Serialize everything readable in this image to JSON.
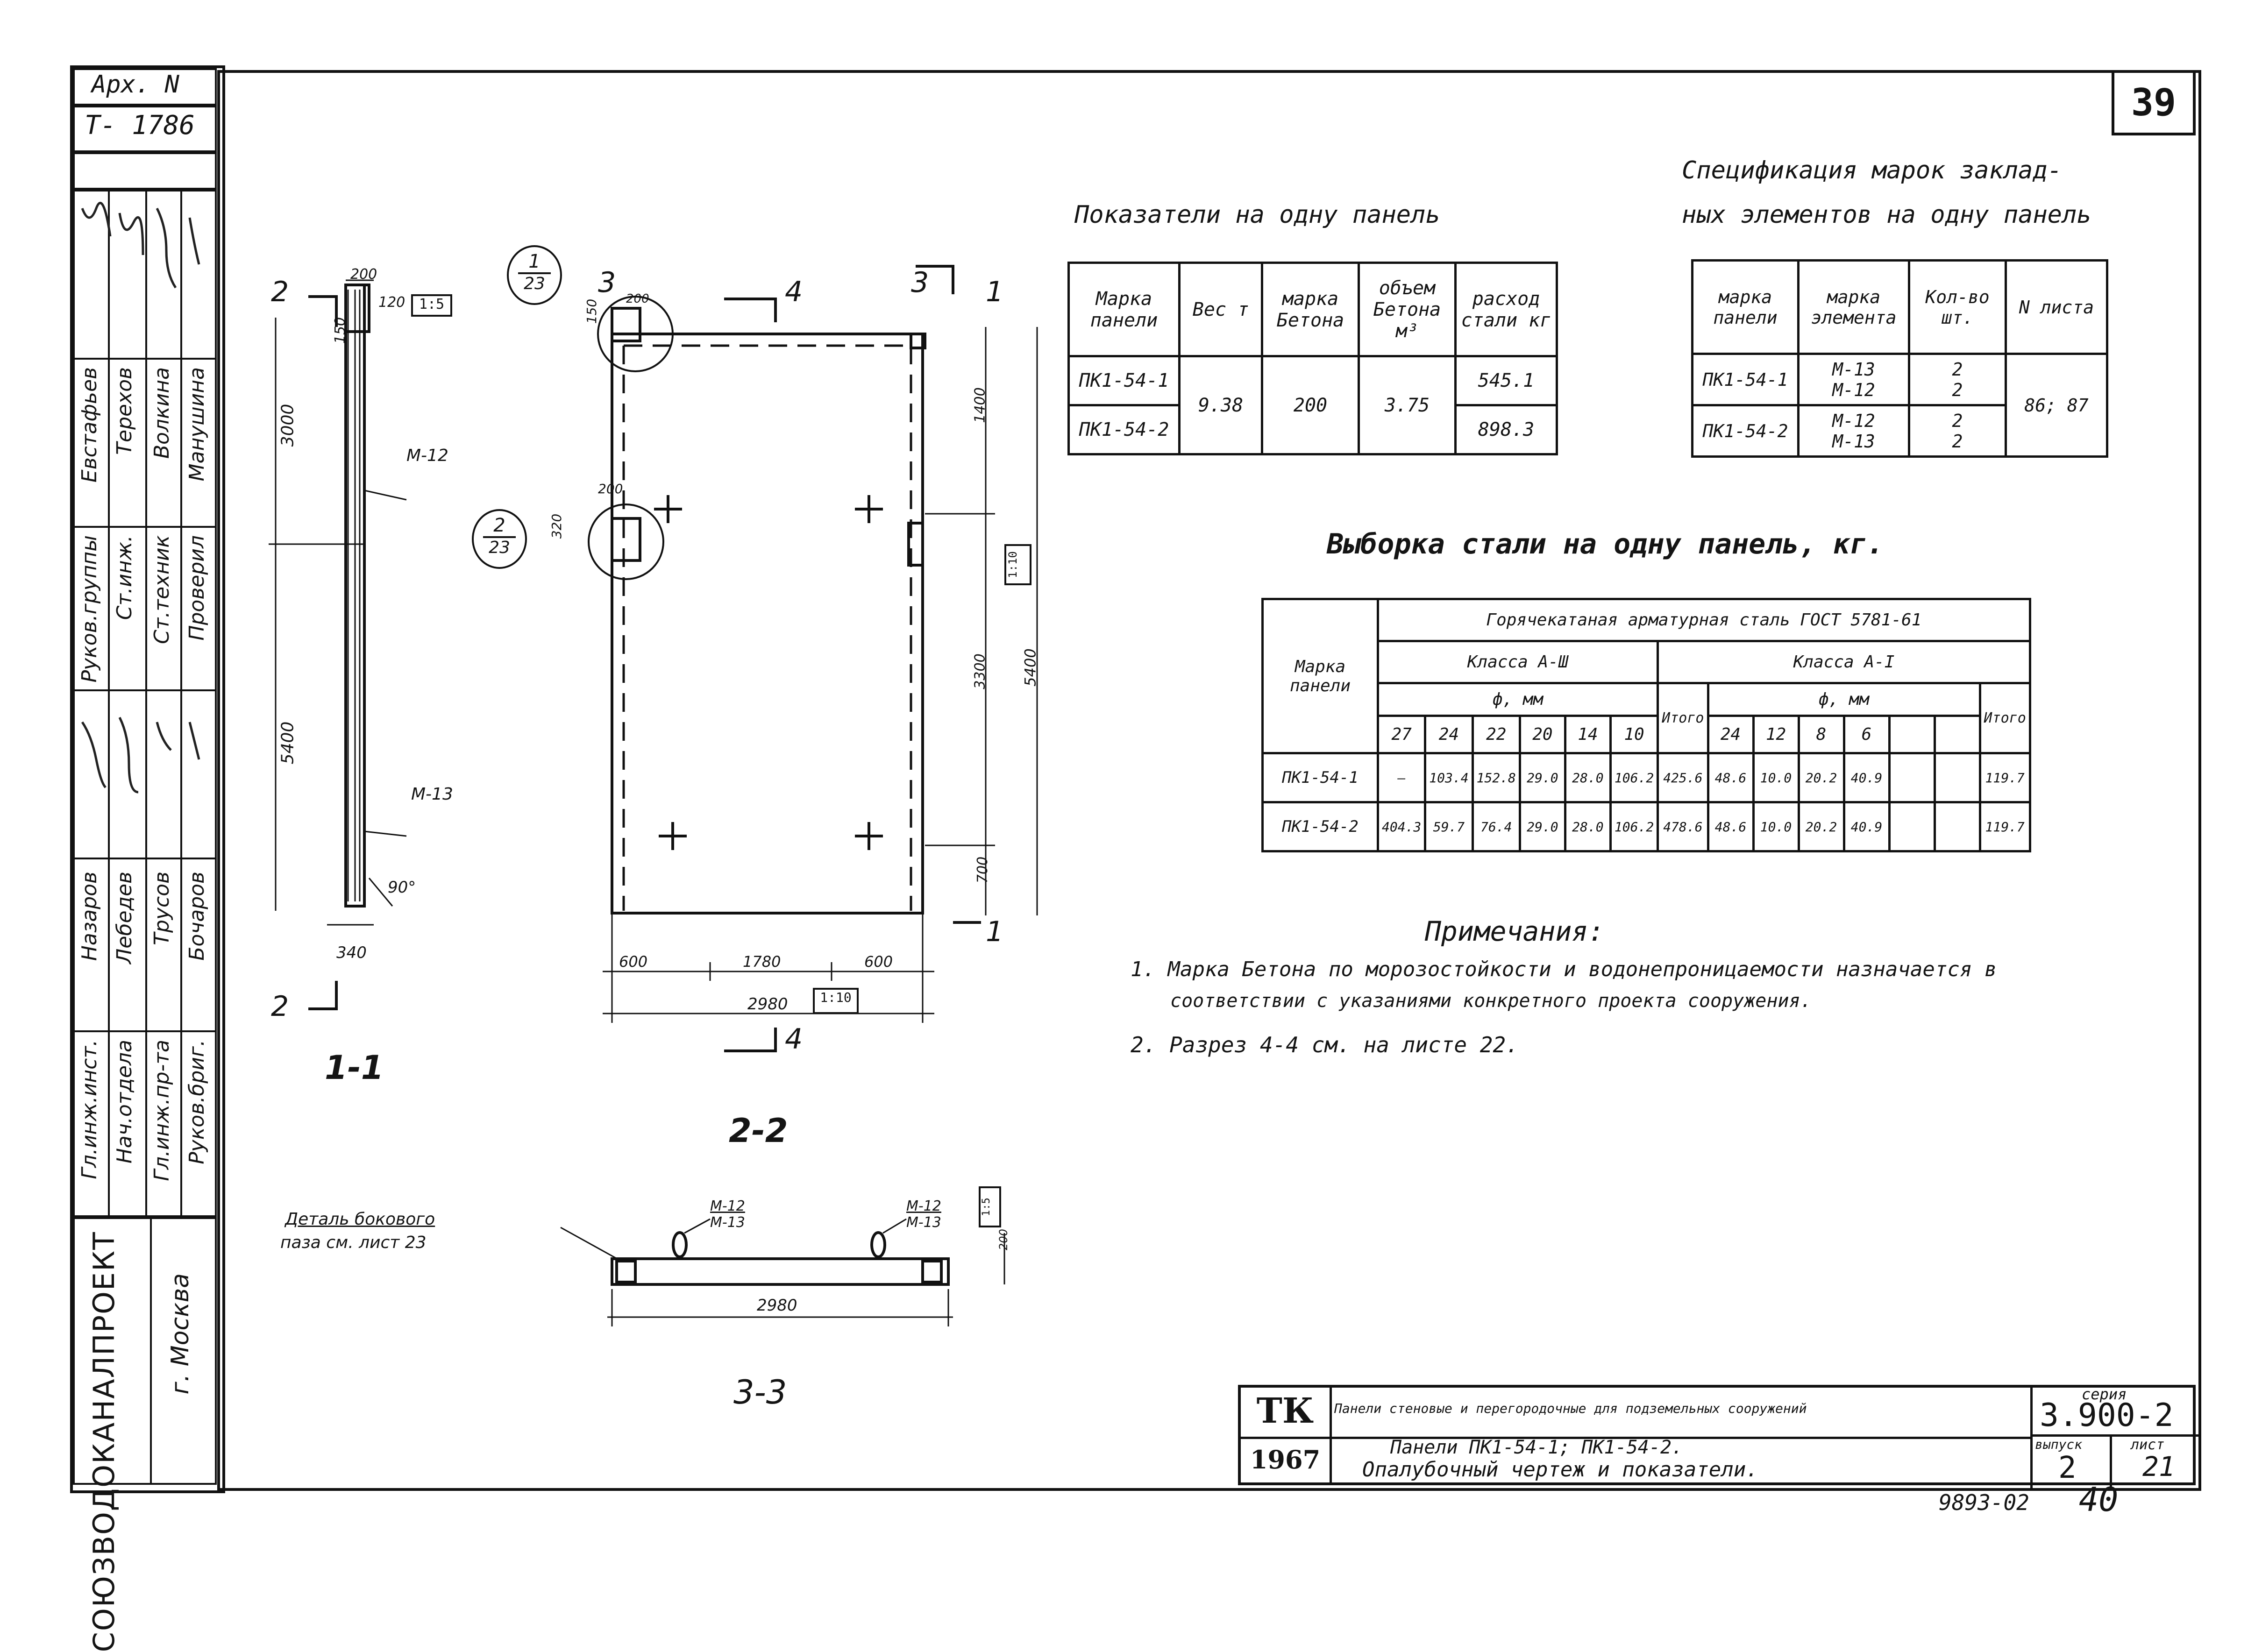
{
  "sheet": {
    "corner_number": "39",
    "bottom_code": "9893-02",
    "bottom_page": "40"
  },
  "side_block": {
    "arch_no": "Арх. N",
    "arch_value": "Т- 1786",
    "roles": [
      "Гл.инж.инст.",
      "Нач.отдела",
      "Гл.инж.пр-та",
      "Руков.бриг.",
      "Руков.группы",
      "Ст.инж.",
      "Ст.техник",
      "Проверил"
    ],
    "names": [
      "Назаров",
      "Лебедев",
      "Трусов",
      "Бочаров",
      "Евстафьев",
      "Терехов",
      "Волкина",
      "Манушина"
    ],
    "org": "СОЮЗВОДОКАНАЛПРОЕКТ",
    "city": "г. Москва"
  },
  "indicators": {
    "title": "Показатели на одну панель",
    "headers": [
      "Марка панели",
      "Вес т",
      "марка Бетона",
      "объем Бетона м³",
      "расход стали кг"
    ],
    "rows": [
      {
        "mark": "ПК1-54-1",
        "steel": "545.1"
      },
      {
        "mark": "ПК1-54-2",
        "steel": "898.3"
      }
    ],
    "weight": "9.38",
    "concrete_grade": "200",
    "volume": "3.75"
  },
  "spec": {
    "title": "Спецификация марок заклад-",
    "title2": "ных элементов на одну панель",
    "headers": [
      "марка панели",
      "марка элемента",
      "Кол-во шт.",
      "N листа"
    ],
    "rows": [
      {
        "mark": "ПК1-54-1",
        "elements": "М-13\nМ-12",
        "qty": "2\n2"
      },
      {
        "mark": "ПК1-54-2",
        "elements": "М-12\nМ-13",
        "qty": "2\n2"
      }
    ],
    "sheets": "86; 87"
  },
  "steel": {
    "title": "Выборка стали на одну панель, кг.",
    "mark_header": "Марка панели",
    "group_header": "Горячекатаная арматурная сталь ГОСТ 5781-61",
    "class_a3": "Класса А-Ш",
    "class_a1": "Класса А-I",
    "phi": "ф, мм",
    "total": "Итого",
    "diam_a3": [
      "27",
      "24",
      "22",
      "20",
      "14",
      "10"
    ],
    "diam_a1": [
      "24",
      "12",
      "8",
      "6"
    ],
    "rows": [
      {
        "mark": "ПК1-54-1",
        "a3": [
          "—",
          "103.4",
          "152.8",
          "29.0",
          "28.0",
          "106.2"
        ],
        "sub": "425.6",
        "a1": [
          "48.6",
          "10.0",
          "20.2",
          "40.9"
        ],
        "total": "119.7"
      },
      {
        "mark": "ПК1-54-2",
        "a3": [
          "404.3",
          "59.7",
          "76.4",
          "29.0",
          "28.0",
          "106.2"
        ],
        "sub": "478.6",
        "a1": [
          "48.6",
          "10.0",
          "20.2",
          "40.9"
        ],
        "total": "119.7"
      }
    ]
  },
  "notes": {
    "title": "Примечания:",
    "items": [
      "1. Марка Бетона по морозостойкости и водонепроницаемости назначается в",
      "соответствии с указаниями конкретного проекта сооружения.",
      "2. Разрез 4-4 см. на листе 22."
    ]
  },
  "drawings": {
    "section_11": "1-1",
    "section_22": "2-2",
    "section_33": "3-3",
    "cut2": "2",
    "cut3": "3",
    "cut1": "1",
    "cut4": "4",
    "m12": "М-12",
    "m13": "М-13",
    "m12b": "М-12",
    "m13b": "М-13",
    "m12c": "М-12",
    "m13c": "М-13",
    "d_200": "200",
    "d_120": "120",
    "d_150": "150",
    "d_3000": "3000",
    "d_5400a": "5400",
    "d_340": "340",
    "d_90": "90°",
    "d_5400b": "5400",
    "d_1400": "1400",
    "d_3300": "3300",
    "d_700": "700",
    "d_600a": "600",
    "d_1780": "1780",
    "d_600b": "600",
    "d_2980a": "2980",
    "d_2980b": "2980",
    "d_200b": "200",
    "d_200c": "200",
    "d_320": "320",
    "box_a": "1:5",
    "box_b": "1:10",
    "box_c": "1:10",
    "box_d": "1:5",
    "callout1_top": "1",
    "callout1_bottom": "23",
    "callout2_top": "2",
    "callout2_bottom": "23",
    "detail_note": "Деталь бокового",
    "detail_note2": "паза см. лист 23"
  },
  "title_block": {
    "tk": "ТК",
    "year": "1967",
    "series_name": "Панели стеновые и перегородочные для подземельных сооружений",
    "panels": "Панели ПК1-54-1; ПК1-54-2.",
    "drawing": "Опалубочный чертеж и показатели.",
    "series_label": "серия",
    "series": "3.900-2",
    "issue_label": "выпуск",
    "sheet_label": "лист",
    "issue": "2",
    "sheet": "21"
  }
}
